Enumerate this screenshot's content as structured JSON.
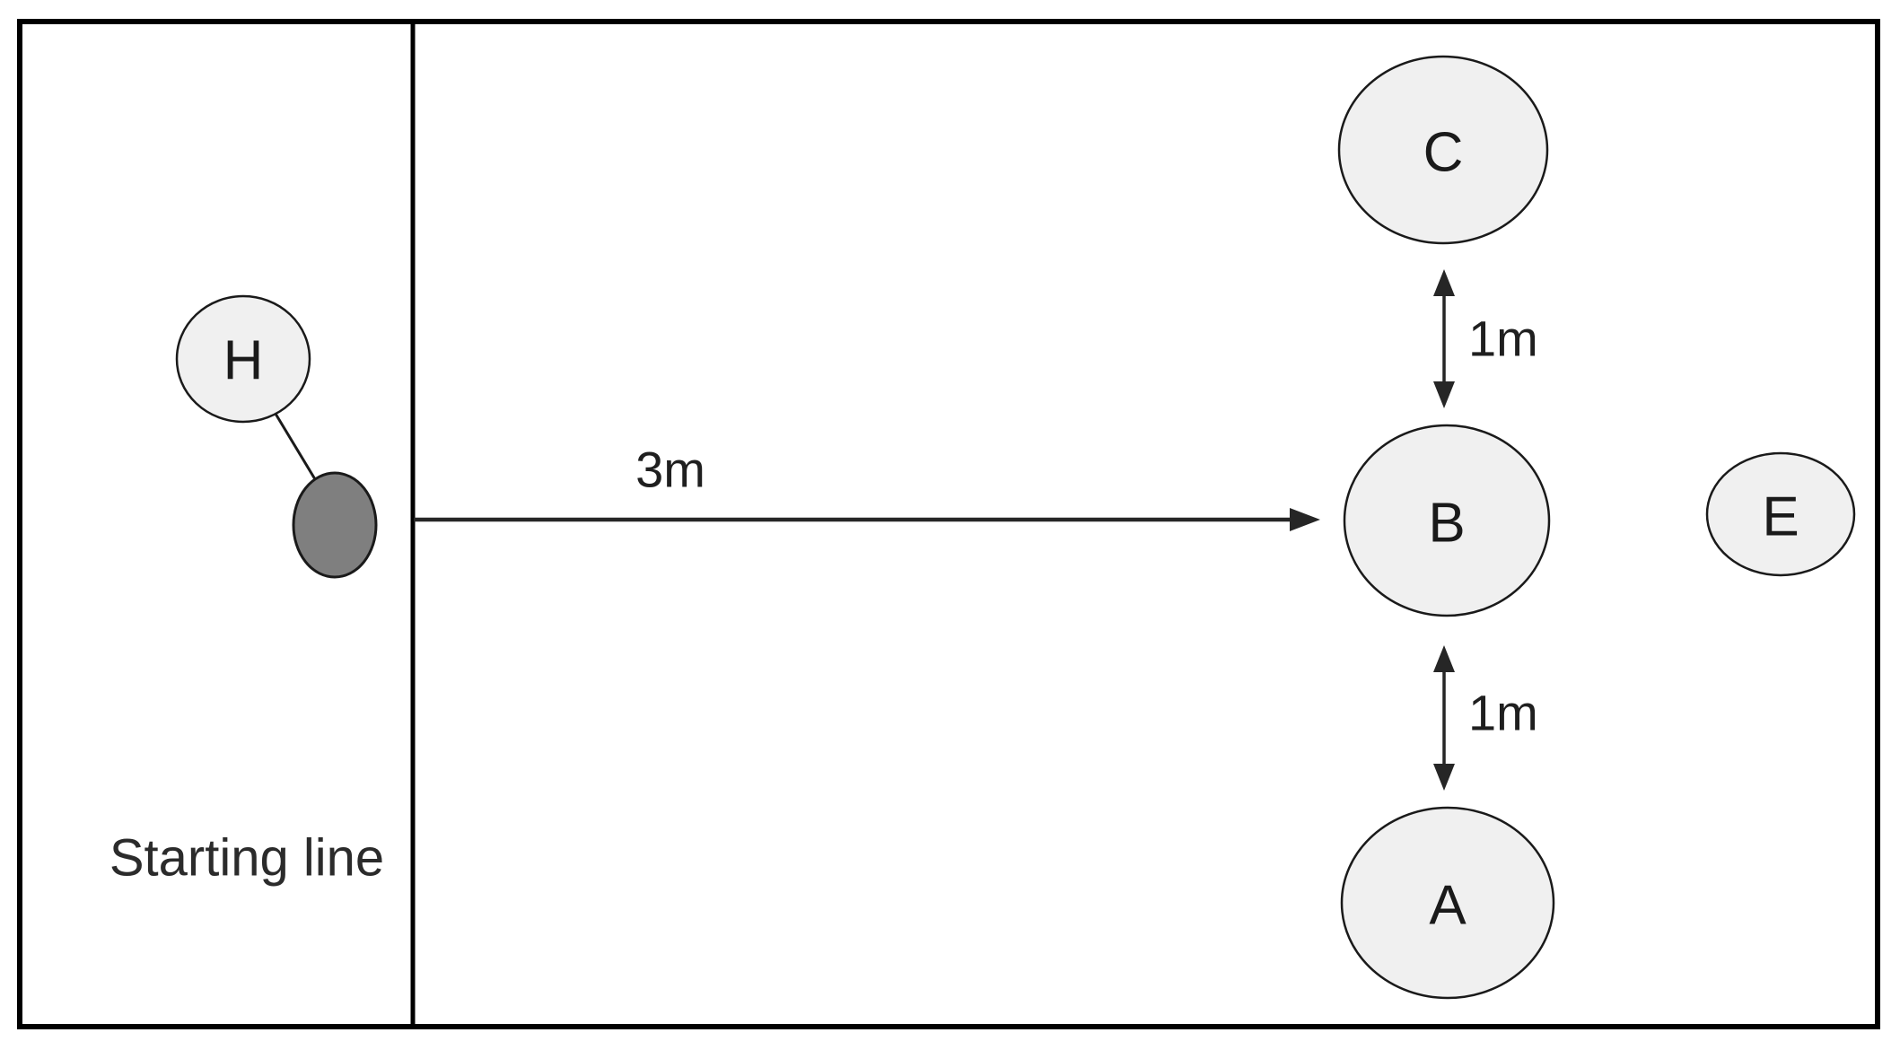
{
  "diagram": {
    "zone": {
      "starting_line_label": "Starting line"
    },
    "distances": {
      "throw": "3m",
      "c_to_b": "1m",
      "b_to_a": "1m"
    },
    "nodes": {
      "thrower": "H",
      "target_top": "C",
      "target_middle": "B",
      "target_bottom": "A",
      "target_right": "E"
    },
    "colors": {
      "node_fill": "#f0f0f0",
      "ball_fill": "#7f7f7f",
      "stroke": "#1a1a1a",
      "line": "#262626",
      "border": "#000000"
    }
  }
}
